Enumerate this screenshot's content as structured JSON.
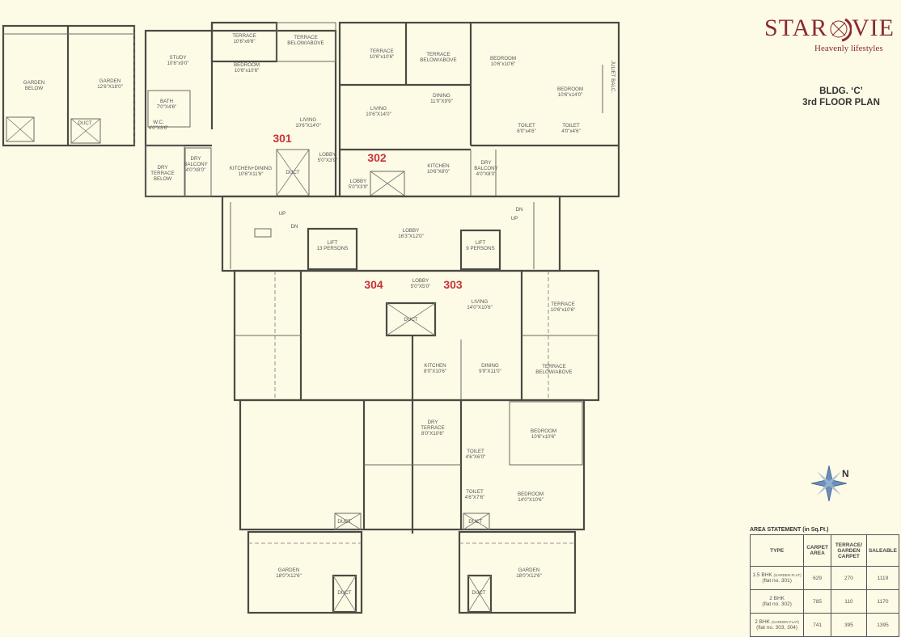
{
  "brand": {
    "name_left": "STAR",
    "name_right": "VIE",
    "tagline": "Heavenly lifestyles",
    "accent": "#8a2a2e"
  },
  "title": {
    "line1": "BLDG. ‘C’",
    "line2": "3rd FLOOR PLAN"
  },
  "compass": {
    "label": "N"
  },
  "flats": [
    "301",
    "302",
    "303",
    "304"
  ],
  "rooms": {
    "garden_below": [
      "GARDEN",
      "BELOW"
    ],
    "garden_301": [
      "GARDEN",
      "12'6\"X18'0\""
    ],
    "duct_a": [
      "DUCT"
    ],
    "study": [
      "STUDY",
      "10'6\"x9'0\""
    ],
    "bath": [
      "BATH",
      "7'0\"X4'6\""
    ],
    "wc": [
      "W.C.",
      "4'0\"X3'6\""
    ],
    "terrace_301": [
      "TERRACE",
      "10'6\"x6'6\""
    ],
    "terrace_ba_1": [
      "TERRACE",
      "BELOW/ABOVE"
    ],
    "bedroom_301": [
      "BEDROOM",
      "10'6\"x10'6\""
    ],
    "living_301": [
      "LIVING",
      "10'6\"X14'0\""
    ],
    "lobby_301": [
      "LOBBY",
      "5'0\"X3'9\""
    ],
    "duct_b": [
      "DUCT"
    ],
    "kitchen_dining_301": [
      "KITCHEN+DINING",
      "10'6\"X11'6\""
    ],
    "dry_balcony_301": [
      "DRY",
      "BALCONY",
      "4'0\"X8'0\""
    ],
    "dry_terrace_below": [
      "DRY",
      "TERRACE",
      "BELOW"
    ],
    "terrace_302": [
      "TERRACE",
      "10'6\"x10'6\""
    ],
    "terrace_ba_2": [
      "TERRACE",
      "BELOW/ABOVE"
    ],
    "bedroom_302a": [
      "BEDROOM",
      "10'6\"x10'6\""
    ],
    "bedroom_302b": [
      "BEDROOM",
      "10'6\"x14'0\""
    ],
    "juliet": [
      "JULIET BALC."
    ],
    "dining_302": [
      "DINING",
      "11'0\"X9'9\""
    ],
    "living_302": [
      "LIVING",
      "10'6\"X14'0\""
    ],
    "toilet_302a": [
      "TOILET",
      "6'0\"x4'6\""
    ],
    "toilet_302b": [
      "TOILET",
      "4'0\"x4'6\""
    ],
    "kitchen_302": [
      "KITCHEN",
      "10'6\"X8'0\""
    ],
    "dry_balcony_302": [
      "DRY",
      "BALCONY",
      "4'0\"X8'0\""
    ],
    "lobby_302": [
      "LOBBY",
      "5'0\"X3'9\""
    ],
    "lobby_main": [
      "LOBBY",
      "16'3\"X12'0\""
    ],
    "lift_1": [
      "LIFT",
      "13 PERSONS"
    ],
    "lift_2": [
      "LIFT",
      "9 PERSONS"
    ],
    "stair": {
      "up": "UP",
      "dn": "DN"
    },
    "lobby_303": [
      "LOBBY",
      "5'0\"X5'0\""
    ],
    "duct_c": [
      "DUCT"
    ],
    "living_303": [
      "LIVING",
      "14'0\"X10'6\""
    ],
    "terrace_303": [
      "TERRACE",
      "10'6\"x10'6\""
    ],
    "kitchen_303": [
      "KITCHEN",
      "8'0\"X10'6\""
    ],
    "dining_303": [
      "DINING",
      "9'9\"X11'0\""
    ],
    "terrace_ba_3": [
      "TERRACE",
      "BELOW/ABOVE"
    ],
    "dry_terrace": [
      "DRY",
      "TERRACE",
      "8'0\"X10'6\""
    ],
    "bedroom_303a": [
      "BEDROOM",
      "10'6\"x10'6\""
    ],
    "toilet_303a": [
      "TOILET",
      "4'6\"X6'0\""
    ],
    "toilet_303b": [
      "TOILET",
      "4'6\"X7'6\""
    ],
    "bedroom_303b": [
      "BEDROOM",
      "14'0\"X10'6\""
    ],
    "duct_d": [
      "DUCT"
    ],
    "duct_e": [
      "DUCT"
    ],
    "duct_f": [
      "DUCT"
    ],
    "duct_g": [
      "DUCT"
    ],
    "garden_304": [
      "GARDEN",
      "18'0\"X12'6\""
    ],
    "garden_303": [
      "GARDEN",
      "18'0\"X12'6\""
    ]
  },
  "area_statement": {
    "caption": "AREA STATEMENT (in Sq.Ft.)",
    "headers": [
      "TYPE",
      "CARPET AREA",
      "TERRACE/ GARDEN CARPET",
      "SALEABLE"
    ],
    "rows": [
      {
        "type": "1.5 BHK",
        "tag": "(GARDEN FLAT)",
        "flat": "(flat no. 301)",
        "carpet": "629",
        "terrace": "270",
        "saleable": "1119"
      },
      {
        "type": "2 BHK",
        "tag": "",
        "flat": "(flat no. 302)",
        "carpet": "785",
        "terrace": "110",
        "saleable": "1170"
      },
      {
        "type": "2 BHK",
        "tag": "(GARDEN FLAT)",
        "flat": "(flat no. 303, 304)",
        "carpet": "741",
        "terrace": "395",
        "saleable": "1395"
      }
    ]
  }
}
